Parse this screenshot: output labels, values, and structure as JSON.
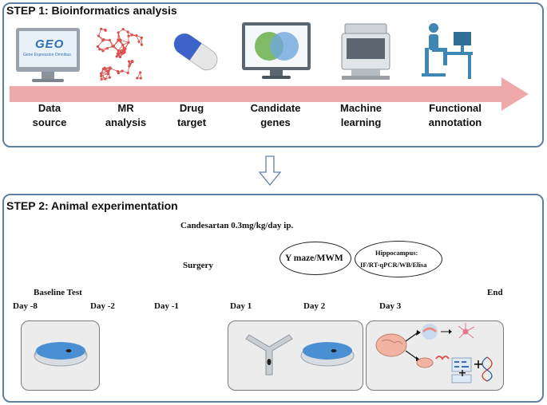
{
  "step1": {
    "title": "STEP 1:   Bioinformatics analysis",
    "items": [
      {
        "line1": "Data",
        "line2": "source"
      },
      {
        "line1": "MR",
        "line2": "analysis"
      },
      {
        "line1": "Drug",
        "line2": "target"
      },
      {
        "line1": "Candidate",
        "line2": "genes"
      },
      {
        "line1": "Machine",
        "line2": "learning"
      },
      {
        "line1": "Functional",
        "line2": "annotation"
      }
    ],
    "geo_logo": "GEO",
    "geo_subtitle": "Gene Expression Omnibus"
  },
  "step2": {
    "title": "STEP 2:   Animal experimentation",
    "treatment": "Candesartan 0.3mg/kg/day ip.",
    "surgery": "Surgery",
    "baseline": "Baseline Test",
    "behavior": "Y maze/MWM",
    "hippo_title": "Hippocampus:",
    "hippo_assays": "IF/RT-qPCR/WB/Elisa",
    "end": "End",
    "days": [
      "Day -8",
      "Day -2",
      "Day -1",
      "Day 1",
      "Day 2",
      "Day 3"
    ]
  },
  "colors": {
    "panel_border": "#5f7fa6",
    "arrow": "#f0a9ab",
    "timeline": "#ecc8cd",
    "timeline_border": "#c98d96"
  }
}
